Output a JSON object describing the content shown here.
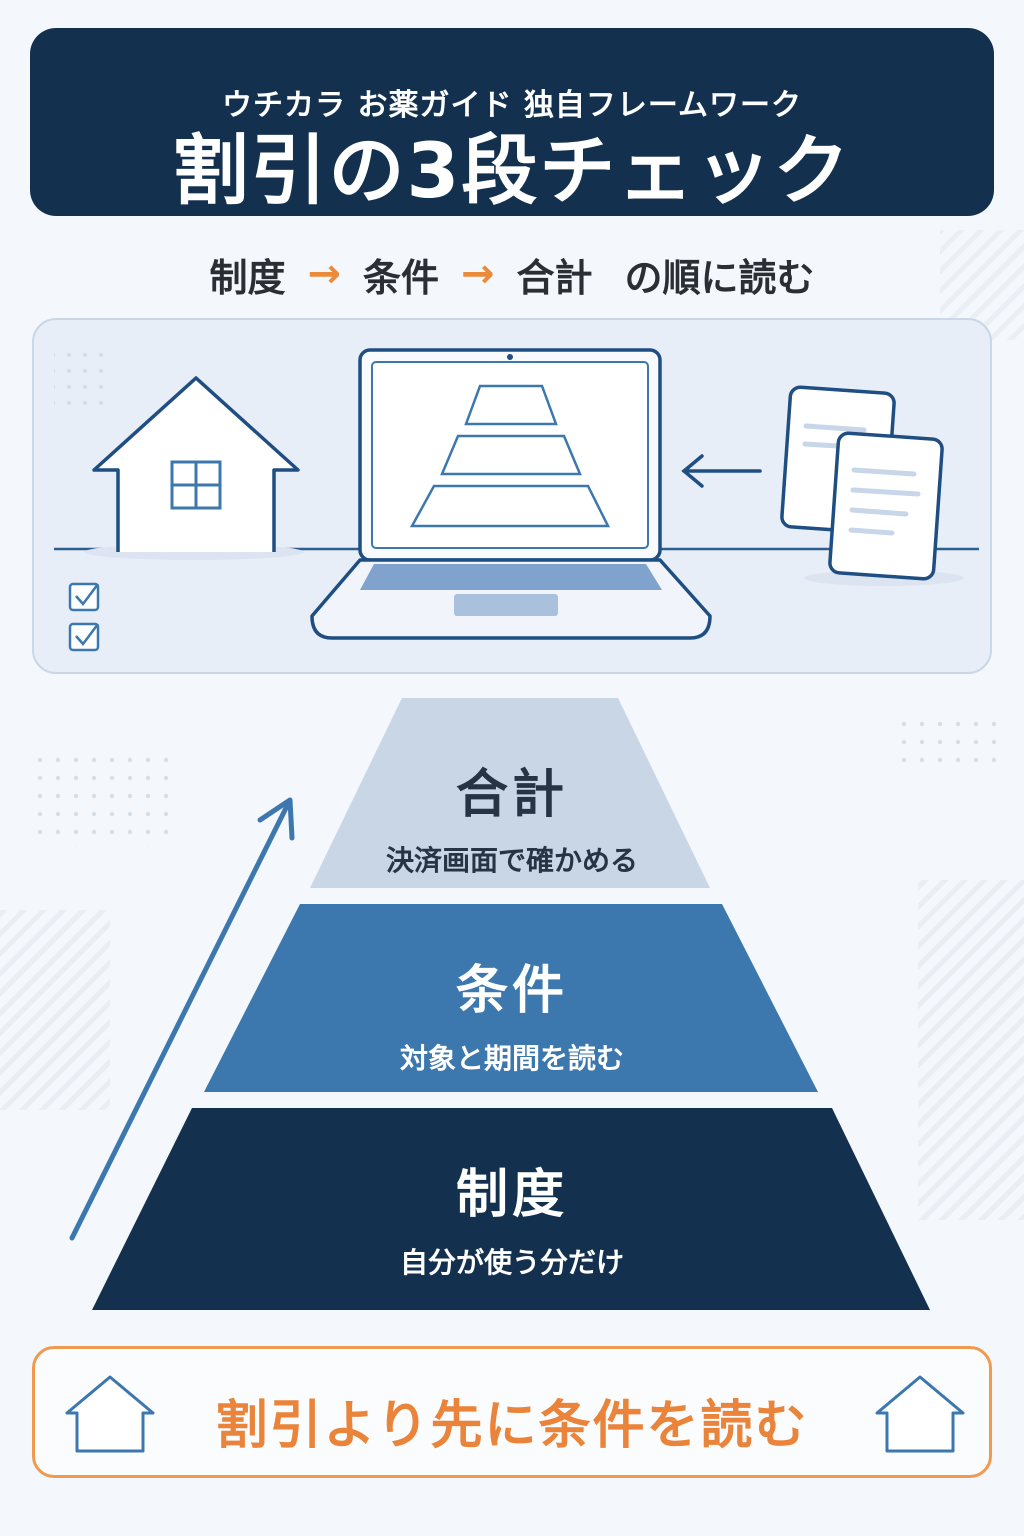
{
  "header": {
    "subtitle": "ウチカラ お薬ガイド 独自フレームワーク",
    "title": "割引の3段チェック"
  },
  "flow": {
    "step1": "制度",
    "arrow": "→",
    "step2": "条件",
    "step3": "合計",
    "tail": "の順に読む"
  },
  "pyramid": {
    "top": {
      "title": "合計",
      "subtitle": "決済画面で確かめる",
      "color": "#c9d6e5"
    },
    "middle": {
      "title": "条件",
      "subtitle": "対象と期間を読む",
      "color": "#3c78ad"
    },
    "bottom": {
      "title": "制度",
      "subtitle": "自分が使う分だけ",
      "color": "#13304f"
    }
  },
  "callout": {
    "text": "割引より先に条件を読む",
    "accent": "#e9843a"
  },
  "icons": [
    "house-icon",
    "laptop-icon",
    "documents-icon",
    "checkbox-icon",
    "up-arrow-icon",
    "home-outline-icon"
  ]
}
